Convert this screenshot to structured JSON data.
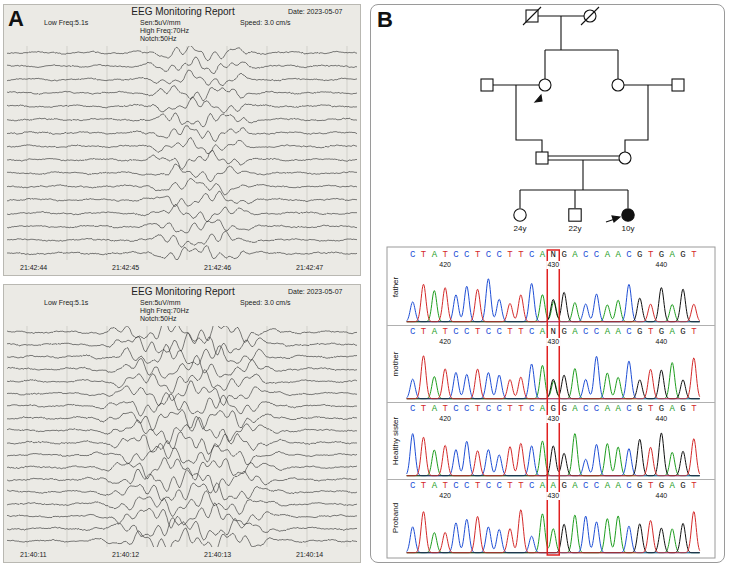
{
  "diagram": {
    "nodes": [
      {
        "text": [
          "EEG Monitoring Report",
          "Date: 2023-05-07",
          "Sen:5uV/mm",
          "Low Freq:5.1s",
          "High Freq:70Hz",
          "Speed: 3.0 cm/s",
          "Notch:50Hz",
          "21:42:44",
          "21:42:45",
          "21:42:46",
          "21:42:47"
        ]
      },
      {
        "text": [
          "EEG Monitoring Report",
          "Date: 2023-05-07",
          "Sen:5uV/mm",
          "Low Freq:5.1s",
          "High Freq:70Hz",
          "Speed: 3.0 cm/s",
          "Notch:50Hz",
          "21:40:11",
          "21:40:12",
          "21:40:13",
          "21:40:14"
        ]
      },
      {
        "text": [
          "B"
        ]
      },
      {
        "text": [
          "24y"
        ],
        "in": 2
      },
      {
        "text": [
          "22y"
        ],
        "in": 2
      },
      {
        "text": [
          "10y"
        ],
        "in": 2
      },
      {
        "text": [
          "father",
          "C T A T C C T C C T T C A N G A C C A A C G T G A G T",
          "420",
          "430",
          "440"
        ],
        "in": 2
      },
      {
        "text": [
          "mother",
          "C T A T C C T C C T T C A N G A C C A A C G T G A G T",
          "420",
          "430",
          "440"
        ],
        "in": 2
      },
      {
        "text": [
          "Healthy sister",
          "C T A T C C T C C T T C A G G A C C A A C G T G A G T",
          "420",
          "430",
          "440"
        ],
        "in": 2
      },
      {
        "text": [
          "Proband",
          "C T A T C C T C C T T C A A G A C C A A C G T G A G T",
          "420",
          "430",
          "440"
        ],
        "in": 2
      }
    ],
    "labels": [
      "A"
    ]
  }
}
